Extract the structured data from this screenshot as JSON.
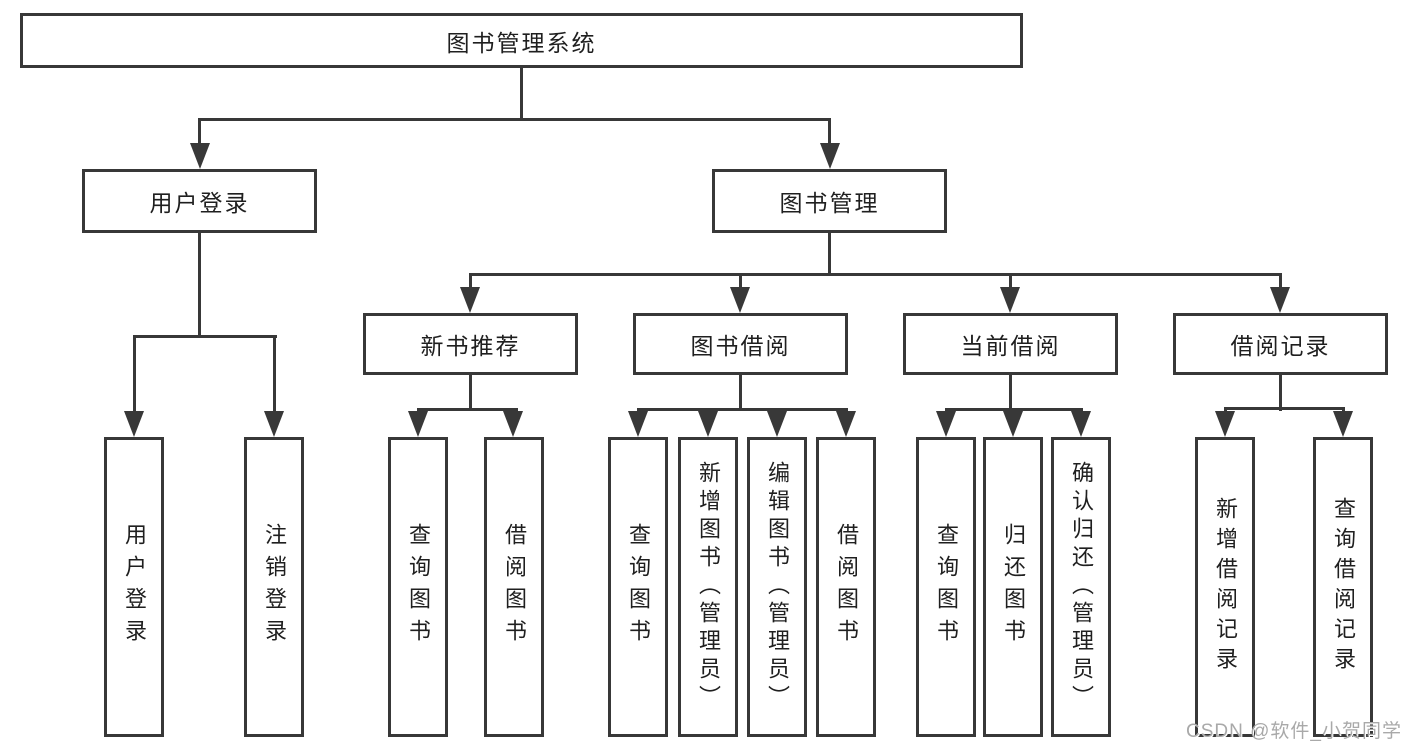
{
  "colors": {
    "line": "#383838",
    "text": "#1f1f1f",
    "watermark": "#a9a9a9",
    "background": "#ffffff"
  },
  "nodes": {
    "root": "图书管理系统",
    "user_login": "用户登录",
    "book_mgmt": "图书管理",
    "new_books": "新书推荐",
    "book_borrow": "图书借阅",
    "current_borrow": "当前借阅",
    "borrow_records": "借阅记录"
  },
  "leaves": {
    "user_login": [
      "用户登录",
      "注销登录"
    ],
    "new_books": [
      "查询图书",
      "借阅图书"
    ],
    "book_borrow": [
      "查询图书",
      "新增图书（管理员）",
      "编辑图书（管理员）",
      "借阅图书"
    ],
    "current_borrow": [
      "查询图书",
      "归还图书",
      "确认归还（管理员）"
    ],
    "borrow_records": [
      "新增借阅记录",
      "查询借阅记录"
    ]
  },
  "watermark": "CSDN @软件_小贺同学"
}
